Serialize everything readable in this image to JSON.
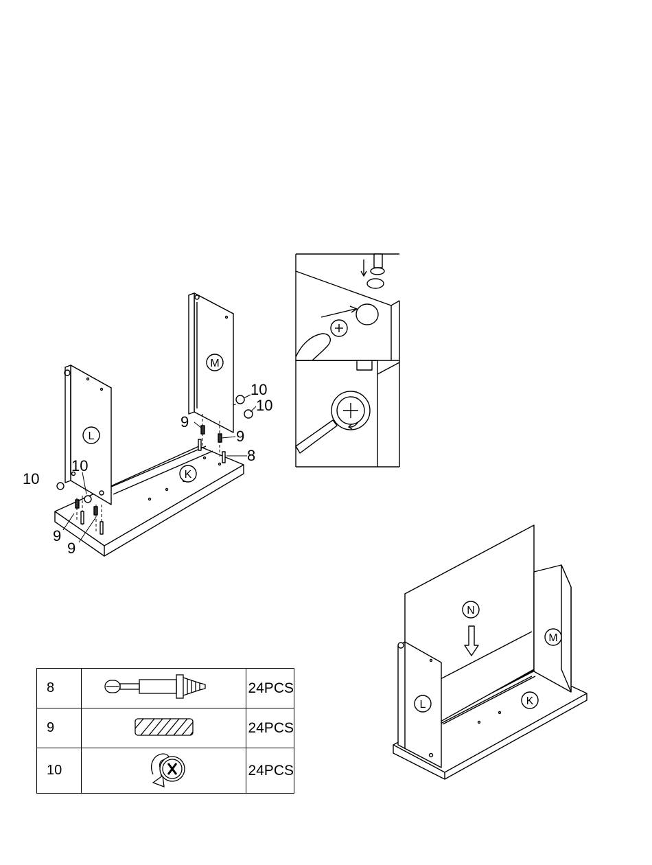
{
  "panels": {
    "left": "L",
    "middle": "M",
    "base": "K",
    "back": "N"
  },
  "callouts": {
    "c10_a": "10",
    "c10_b": "10",
    "c10_c": "10",
    "c10_d": "10",
    "c9_a": "9",
    "c9_b": "9",
    "c9_c": "9",
    "c9_d": "9",
    "c8": "8"
  },
  "parts": [
    {
      "number": "8",
      "icon": "cam-bolt-icon",
      "qty": "24PCS"
    },
    {
      "number": "9",
      "icon": "wood-dowel-icon",
      "qty": "24PCS"
    },
    {
      "number": "10",
      "icon": "cam-lock-icon",
      "qty": "24PCS"
    }
  ]
}
